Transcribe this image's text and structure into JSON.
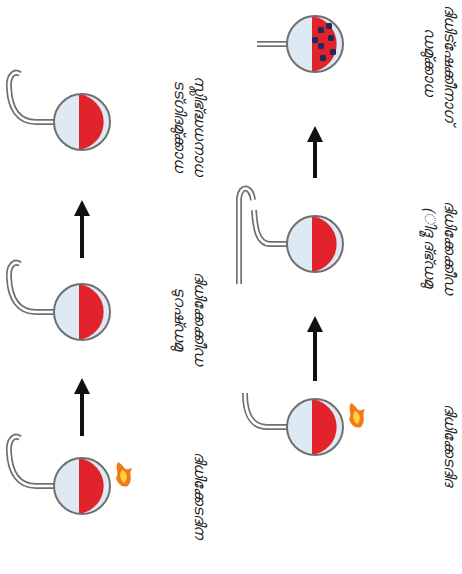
{
  "diagram": {
    "nodes": [
      {
        "text": [
          "ദിധിക്കേടദിദ"
        ]
      },
      {
        "text": [
          "ദിധിക്കേക്കീഡ (ിദ്മ ദ്ഭ്ഡമു"
        ]
      },
      {
        "text": [
          "ദിധിട്ഷേക്കീനാഗ് ഡമു്ക്കാധ"
        ]
      },
      {
        "text": [
          "ദിധിക്കേടദിന"
        ]
      },
      {
        "text": [
          "ദിധിക്കേക്കീഡ ടുറഷ്ഡമു"
        ]
      },
      {
        "text": [
          "സ്ലിഭ്ദ്ധധനാധ ടട്ഗിദമു്ക്കാധ"
        ]
      }
    ],
    "edges": [
      {
        "from": 0,
        "to": 1,
        "arrow": "to"
      },
      {
        "from": 1,
        "to": 2,
        "arrow": "to"
      },
      {
        "from": 3,
        "to": 4,
        "arrow": "to"
      },
      {
        "from": 4,
        "to": 5,
        "arrow": "to"
      }
    ]
  }
}
